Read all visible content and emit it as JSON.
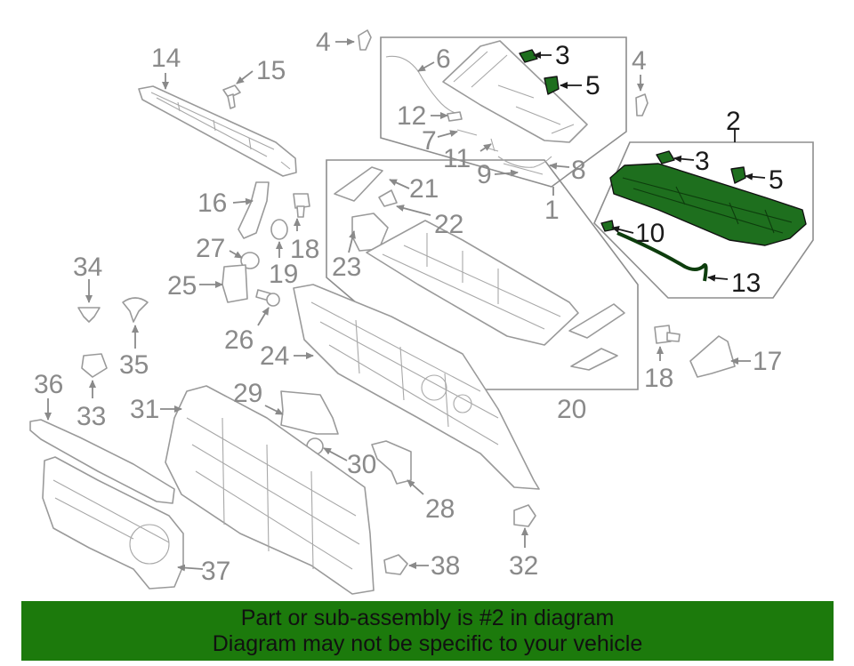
{
  "callouts": {
    "c1": "1",
    "c2": "2",
    "c3a": "3",
    "c3b": "3",
    "c4a": "4",
    "c4b": "4",
    "c5a": "5",
    "c5b": "5",
    "c6": "6",
    "c7": "7",
    "c8": "8",
    "c9": "9",
    "c10": "10",
    "c11": "11",
    "c12": "12",
    "c13": "13",
    "c14": "14",
    "c15": "15",
    "c16": "16",
    "c17": "17",
    "c18a": "18",
    "c18b": "18",
    "c19": "19",
    "c20": "20",
    "c21": "21",
    "c22": "22",
    "c23": "23",
    "c24": "24",
    "c25": "25",
    "c26": "26",
    "c27": "27",
    "c28": "28",
    "c29": "29",
    "c30": "30",
    "c31": "31",
    "c32": "32",
    "c33": "33",
    "c34": "34",
    "c35": "35",
    "c36": "36",
    "c37": "37",
    "c38": "38"
  },
  "colors": {
    "highlight": "#1e6f1e",
    "banner": "#1c7a0c"
  },
  "banner": {
    "line1": "Part or sub-assembly is #2 in diagram",
    "line2": "Diagram may not be specific to your vehicle"
  }
}
